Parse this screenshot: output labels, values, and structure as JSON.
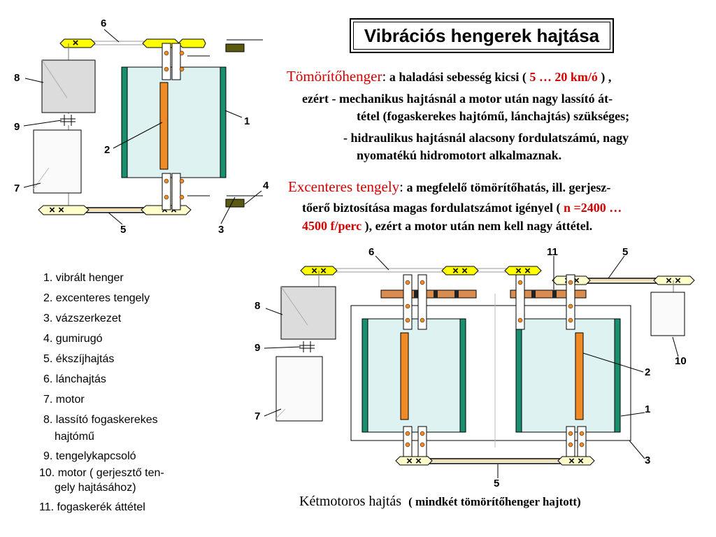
{
  "title": "Vibrációs hengerek hajtása",
  "tomorito": {
    "heading": "Tömörítőhenger",
    "colon": ":",
    "l1a": " a haladási sebesség kicsi ( ",
    "l1b": "5 … 20 km/ó",
    "l1c": " ) ,",
    "l2": "ezért  - mechanikus hajtásnál a motor után nagy lassító át-",
    "l3": "tétel (fogaskerekes hajtómű, lánchajtás) szükséges;",
    "l4": "- hidraulikus hajtásnál alacsony fordulatszámú, nagy",
    "l5": "nyomatékú hidromotort alkalmaznak."
  },
  "excenter": {
    "heading": "Excenteres tengely",
    "colon": ":",
    "l1": " a megfelelő tömörítőhatás, ill. gerjesz-",
    "l2a": "tőerő biztosítása magas fordulatszámot igényel ( ",
    "l2b": "n =2400 …",
    "l3a": "4500 f/perc",
    "l3b": " ), ezért a motor  után nem kell nagy áttétel."
  },
  "legend": [
    "1. vibrált henger",
    "2. excenteres tengely",
    "3. vázszerkezet",
    "4. gumirugó",
    "5. ékszíjhajtás",
    "6. lánchajtás",
    "7. motor",
    "8. lassító fogaskerekes",
    "hajtómű",
    "9. tengelykapcsoló",
    "10. motor ( gerjesztő ten-",
    "gely hajtásához)",
    "11. fogaskerék áttétel"
  ],
  "caption": {
    "main": "Kétmotoros hajtás",
    "sub": "( mindkét tömörítőhenger hajtott)"
  },
  "diagram1_labels": {
    "six": "6",
    "eight": "8",
    "nine": "9",
    "seven": "7",
    "two": "2",
    "one": "1",
    "four": "4",
    "five": "5",
    "three": "3"
  },
  "diagram2_labels": {
    "six": "6",
    "eleven": "11",
    "five_top": "5",
    "eight": "8",
    "nine": "9",
    "seven": "7",
    "ten": "10",
    "two": "2",
    "one": "1",
    "three": "3",
    "five_bottom": "5"
  },
  "colors": {
    "accent_red": "#d40000",
    "drum": "#dff2f2",
    "drum_frame": "#1a8f70",
    "shaft": "#f08a24",
    "chain_sprocket": "#ffff00",
    "belt_pulley": "#ffffcc",
    "gear": "#d98c50",
    "rubber": "#5a5a10",
    "gearbox": "#dcdcdc"
  }
}
